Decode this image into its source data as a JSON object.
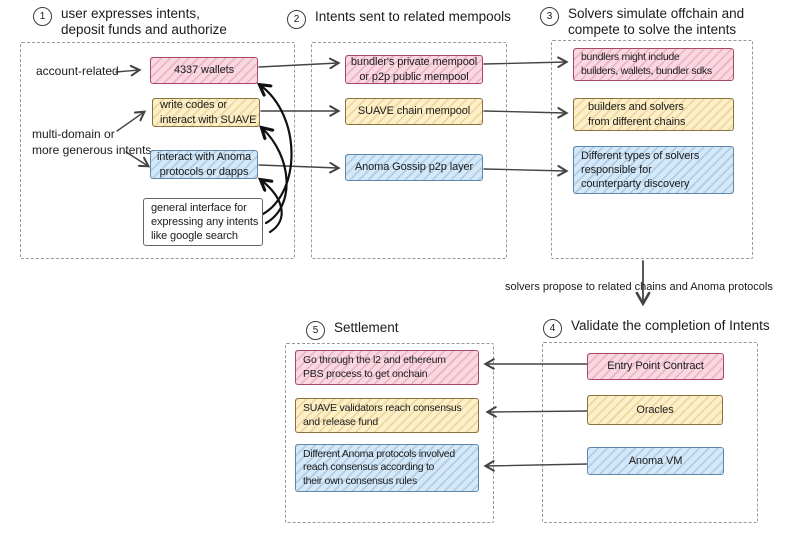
{
  "colors": {
    "pink_fill": "#f9d8e2",
    "pink_border": "#a84a62",
    "yellow_fill": "#fdf0c8",
    "yellow_border": "#8a713d",
    "blue_fill": "#d4e8f8",
    "blue_border": "#5d87ab",
    "dashed_border": "#999999",
    "ink": "#1b1b1b"
  },
  "steps": {
    "s1": {
      "num": "1",
      "label": "user expresses intents,\ndeposit funds and authorize"
    },
    "s2": {
      "num": "2",
      "label": "Intents sent to related mempools"
    },
    "s3": {
      "num": "3",
      "label": "Solvers simulate offchain and\ncompete to solve the intents"
    },
    "s4": {
      "num": "4",
      "label": "Validate the completion of Intents"
    },
    "s5": {
      "num": "5",
      "label": "Settlement"
    }
  },
  "col_user": {
    "label_account": "account-related",
    "label_multidomain": "multi-domain or\nmore generous intents",
    "box_wallets": "4337 wallets",
    "box_suave": "write codes or\ninteract with SUAVE",
    "box_anoma": "interact with Anoma\nprotocols or dapps",
    "box_general": "general interface for\nexpressing any intents\nlike google search"
  },
  "col_mempools": {
    "box_bundler": "bundler's private mempool\nor p2p public mempool",
    "box_suave": "SUAVE chain mempool",
    "box_anoma": "Anoma Gossip p2p layer"
  },
  "col_solvers": {
    "box_bundlers": "bundlers might include\nbuilders, wallets, bundler sdks",
    "box_builders": "builders and solvers\nfrom different chains",
    "box_types": "Different types of solvers\nresponsible for\ncounterparty discovery"
  },
  "propose_label": "solvers propose to related chains and Anoma protocols",
  "settlement": {
    "box_pbs": "Go through the l2 and ethereum\nPBS process to get onchain",
    "box_suave": "SUAVE validators reach consensus\nand release fund",
    "box_anoma": "Different Anoma protocols involved\nreach consensus according to\ntheir own consensus rules"
  },
  "validate": {
    "box_entry": "Entry Point Contract",
    "box_oracles": "Oracles",
    "box_vm": "Anoma VM"
  }
}
